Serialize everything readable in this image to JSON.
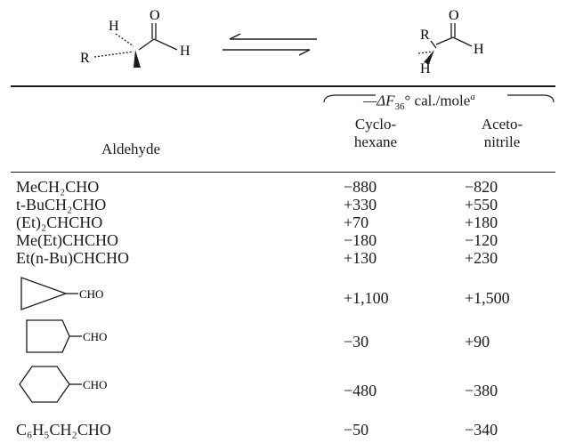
{
  "scheme": {
    "left": {
      "h": "H",
      "o": "O",
      "r": "R",
      "cho_h": "H"
    },
    "right": {
      "r": "R",
      "o": "O",
      "h_bottom": "H",
      "cho_h": "H"
    }
  },
  "table": {
    "header": {
      "quantity_prefix": "—ΔF",
      "quantity_sub": "36",
      "quantity_units": "° cal./mole",
      "quantity_sup": "a",
      "col_aldehyde": "Aldehyde",
      "col1_line1": "Cyclo-",
      "col1_line2": "hexane",
      "col2_line1": "Aceto-",
      "col2_line2": "nitrile"
    },
    "rows": [
      {
        "name": "MeCH₂CHO",
        "v1": "−880",
        "v2": "−820"
      },
      {
        "name": "t-BuCH₂CHO",
        "v1": "+330",
        "v2": "+550"
      },
      {
        "name": "(Et)₂CHCHO",
        "v1": "+70",
        "v2": "+180"
      },
      {
        "name": "Me(Et)CHCHO",
        "v1": "−180",
        "v2": "−120"
      },
      {
        "name": "Et(n-Bu)CHCHO",
        "v1": "+130",
        "v2": "+230"
      },
      {
        "ring_label": "CHO",
        "v1": "+1,100",
        "v2": "+1,500"
      },
      {
        "ring_label": "CHO",
        "v1": "−30",
        "v2": "+90"
      },
      {
        "ring_label": "CHO",
        "v1": "−480",
        "v2": "−380"
      },
      {
        "name": "C₆H₅CH₂CHO",
        "v1": "−50",
        "v2": "−340"
      }
    ]
  }
}
